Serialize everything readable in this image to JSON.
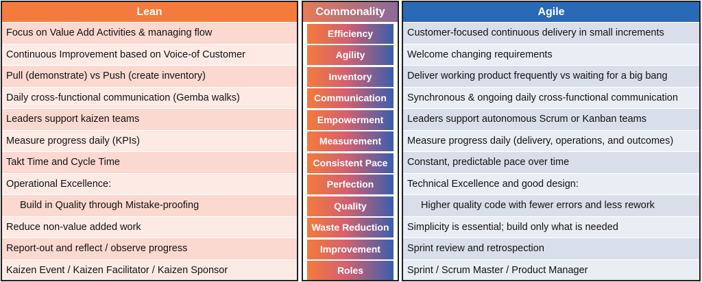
{
  "headers": {
    "lean": "Lean",
    "commonality": "Commonality",
    "agile": "Agile"
  },
  "rows": [
    {
      "lean": "Focus on Value Add Activities & managing flow",
      "commonality": "Efficiency",
      "agile": "Customer-focused continuous delivery in small increments"
    },
    {
      "lean": "Continuous Improvement based on Voice-of Customer",
      "commonality": "Agility",
      "agile": "Welcome changing requirements"
    },
    {
      "lean": "Pull (demonstrate) vs Push (create inventory)",
      "commonality": "Inventory",
      "agile": "Deliver working product frequently vs waiting for a big bang"
    },
    {
      "lean": "Daily cross-functional communication (Gemba walks)",
      "commonality": "Communication",
      "agile": "Synchronous & ongoing daily cross-functional communication"
    },
    {
      "lean": "Leaders support kaizen teams",
      "commonality": "Empowerment",
      "agile": "Leaders support autonomous Scrum or Kanban teams"
    },
    {
      "lean": "Measure progress daily (KPIs)",
      "commonality": "Measurement",
      "agile": "Measure progress daily (delivery, operations, and outcomes)"
    },
    {
      "lean": "Takt Time and Cycle Time",
      "commonality": "Consistent Pace",
      "agile": "Constant, predictable pace over time"
    },
    {
      "lean": "Operational Excellence:",
      "commonality": "Perfection",
      "agile": "Technical Excellence and good design:"
    },
    {
      "lean": "Build in Quality through Mistake-proofing",
      "commonality": "Quality",
      "agile": "Higher quality code with fewer errors and less rework"
    },
    {
      "lean": "Reduce non-value added work",
      "commonality": "Waste Reduction",
      "agile": "Simplicity is essential; build only what is needed"
    },
    {
      "lean": "Report-out and reflect / observe progress",
      "commonality": "Improvement",
      "agile": "Sprint review and retrospection"
    },
    {
      "lean": "Kaizen Event / Kaizen Facilitator / Kaizen Sponsor",
      "commonality": "Roles",
      "agile": "Sprint / Scrum Master / Product Manager"
    }
  ],
  "colors": {
    "lean_header": "#f47a3d",
    "agile_header": "#2a69b5",
    "lean_row": "#fbd9d0",
    "agile_row": "#d9dfea"
  }
}
